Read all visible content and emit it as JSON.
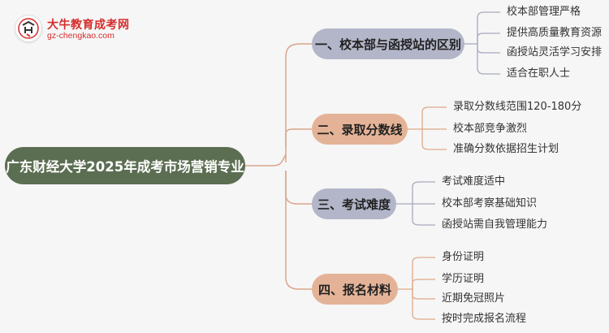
{
  "brand": {
    "title": "大牛教育成考网",
    "url": "gz-chengkao.com"
  },
  "root": {
    "label": "广东财经大学2025年成考市场营销专业"
  },
  "branches": [
    {
      "label": "一、校本部与函授站的区别",
      "items": [
        "校本部管理严格",
        "提供高质量教育资源",
        "函授站灵活学习安排",
        "适合在职人士"
      ]
    },
    {
      "label": "二、录取分数线",
      "items": [
        "录取分数线范围120-180分",
        "校本部竞争激烈",
        "准确分数依据招生计划"
      ]
    },
    {
      "label": "三、考试难度",
      "items": [
        "考试难度适中",
        "校本部考察基础知识",
        "函授站需自我管理能力"
      ]
    },
    {
      "label": "四、报名材料",
      "items": [
        "身份证明",
        "学历证明",
        "近期免冠照片",
        "按时完成报名流程"
      ]
    }
  ],
  "colors": {
    "root": "#5c6e52",
    "branch_blue": "#b3b6c9",
    "branch_orange": "#e4b397",
    "line_root": "#d9a58a",
    "line_blue": "#a6a9bf",
    "line_orange": "#e0a987"
  }
}
